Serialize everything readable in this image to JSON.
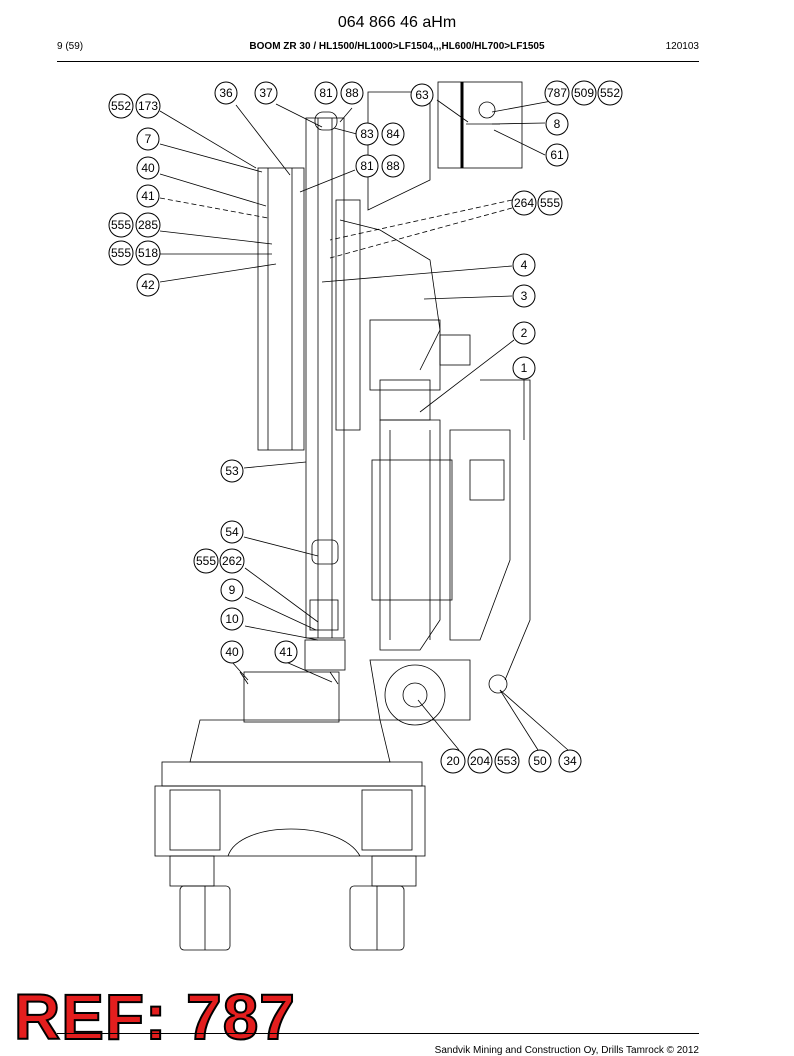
{
  "header": {
    "doc_number": "064 866 46 aHm",
    "page_indicator": "9 (59)",
    "title": "BOOM ZR 30 / HL1500/HL1000>LF1504,,,HL600/HL700>LF1505",
    "code": "120103"
  },
  "footer": {
    "copyright": "Sandvik Mining and Construction Oy, Drills Tamrock © 2012"
  },
  "stamp": {
    "text": "REF: 787",
    "color": "#e41e1e"
  },
  "callouts": [
    "36",
    "37",
    "81",
    "88",
    "63",
    "787",
    "509",
    "552",
    "552",
    "173",
    "83",
    "84",
    "8",
    "7",
    "81",
    "88",
    "61",
    "40",
    "41",
    "264",
    "555",
    "555",
    "285",
    "555",
    "518",
    "4",
    "3",
    "42",
    "2",
    "1",
    "53",
    "54",
    "555",
    "262",
    "9",
    "10",
    "40",
    "41",
    "20",
    "204",
    "553",
    "50",
    "34"
  ]
}
